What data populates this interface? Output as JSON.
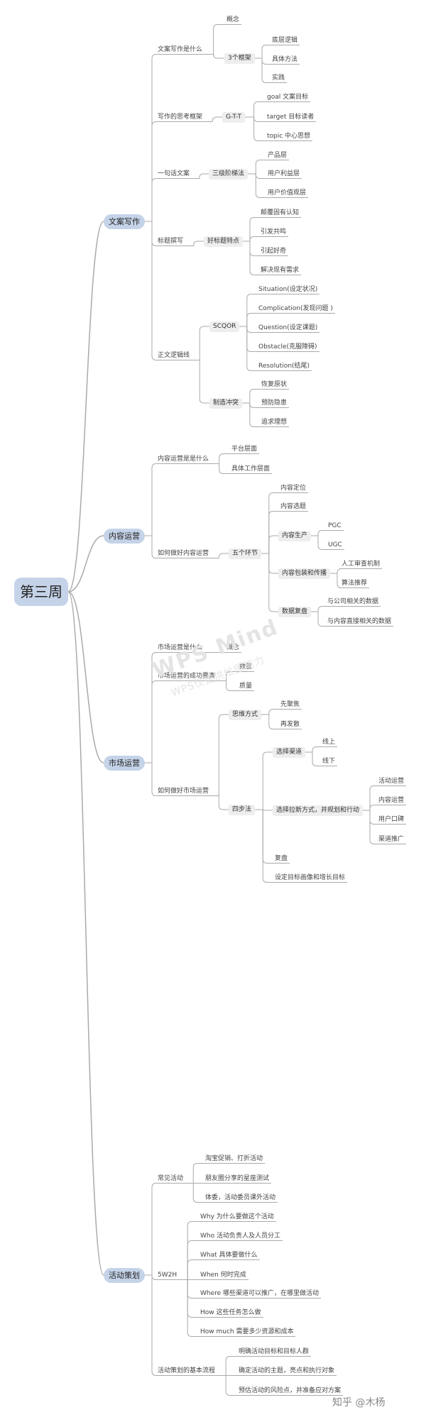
{
  "root": "第三周",
  "branches": [
    {
      "label": "文案写作",
      "children": [
        {
          "label": "文案写作是什么",
          "children": [
            {
              "label": "概念"
            },
            {
              "label": "3个框架",
              "children": [
                {
                  "label": "底层逻辑"
                },
                {
                  "label": "具体方法"
                },
                {
                  "label": "实践"
                }
              ]
            }
          ]
        },
        {
          "label": "写作的思考框架",
          "children": [
            {
              "label": "G-T-T",
              "children": [
                {
                  "label": "goal 文案目标"
                },
                {
                  "label": "target 目标读者"
                },
                {
                  "label": "topic 中心思想"
                }
              ]
            }
          ]
        },
        {
          "label": "一句话文案",
          "children": [
            {
              "label": "三级阶梯法",
              "children": [
                {
                  "label": "产品层"
                },
                {
                  "label": "用户利益层"
                },
                {
                  "label": "用户价值观层"
                }
              ]
            }
          ]
        },
        {
          "label": "标题撰写",
          "children": [
            {
              "label": "好标题特点",
              "children": [
                {
                  "label": "颠覆固有认知"
                },
                {
                  "label": "引发共鸣"
                },
                {
                  "label": "引起好奇"
                },
                {
                  "label": "解决现有需求"
                }
              ]
            }
          ]
        },
        {
          "label": "正文逻辑线",
          "children": [
            {
              "label": "SCQOR",
              "children": [
                {
                  "label": "Situation(设定状况)"
                },
                {
                  "label": "Complication(发现问题 )"
                },
                {
                  "label": "Question(设定课题)"
                },
                {
                  "label": "Obstacle(克服障碍)"
                },
                {
                  "label": "Resolution(结尾)"
                }
              ]
            },
            {
              "label": "制造冲突",
              "children": [
                {
                  "label": "恢复原状"
                },
                {
                  "label": "预防隐患"
                },
                {
                  "label": "追求理想"
                }
              ]
            }
          ]
        }
      ]
    },
    {
      "label": "内容运营",
      "children": [
        {
          "label": "内容运营是是什么",
          "children": [
            {
              "label": "平台层面"
            },
            {
              "label": "具体工作层面"
            }
          ]
        },
        {
          "label": "如何做好内容运营",
          "children": [
            {
              "label": "五个环节",
              "children": [
                {
                  "label": "内容定位"
                },
                {
                  "label": "内容选题"
                },
                {
                  "label": "内容生产",
                  "children": [
                    {
                      "label": "PGC"
                    },
                    {
                      "label": "UGC"
                    }
                  ]
                },
                {
                  "label": "内容包装和传播",
                  "children": [
                    {
                      "label": "人工审查机制"
                    },
                    {
                      "label": "算法推荐"
                    }
                  ]
                },
                {
                  "label": "数据复盘",
                  "children": [
                    {
                      "label": "与公司相关的数据"
                    },
                    {
                      "label": "与内容直接相关的数据"
                    }
                  ]
                }
              ]
            }
          ]
        }
      ]
    },
    {
      "label": "市场运营",
      "children": [
        {
          "label": "市场运营是什么",
          "children": [
            {
              "label": "概念"
            }
          ]
        },
        {
          "label": "市场运营的成功要素",
          "children": [
            {
              "label": "数量"
            },
            {
              "label": "质量"
            }
          ]
        },
        {
          "label": "如何做好市场运营",
          "children": [
            {
              "label": "思维方式",
              "children": [
                {
                  "label": "先聚焦"
                },
                {
                  "label": "再发散"
                }
              ]
            },
            {
              "label": "四步法",
              "children": [
                {
                  "label": "选择渠道",
                  "children": [
                    {
                      "label": "线上"
                    },
                    {
                      "label": "线下"
                    }
                  ]
                },
                {
                  "label": "选择拉新方式，并规划和行动",
                  "children": [
                    {
                      "label": "活动运营"
                    },
                    {
                      "label": "内容运营"
                    },
                    {
                      "label": "用户口碑"
                    },
                    {
                      "label": "渠道推广"
                    }
                  ]
                },
                {
                  "label": "复盘"
                },
                {
                  "label": "设定目标画像和增长目标"
                }
              ]
            }
          ]
        }
      ]
    },
    {
      "label": "活动策划",
      "children": [
        {
          "label": "常见活动",
          "children": [
            {
              "label": "淘宝促销、打折活动"
            },
            {
              "label": "朋友圈分享的星座测试"
            },
            {
              "label": "体委，活动委员课外活动"
            }
          ]
        },
        {
          "label": "5W2H",
          "children": [
            {
              "label": "Why 为什么要做这个活动"
            },
            {
              "label": "Who 活动负责人及人员分工"
            },
            {
              "label": "What 具体要做什么"
            },
            {
              "label": "When 何时完成"
            },
            {
              "label": "Where 哪些渠道可以推广，在哪里做活动"
            },
            {
              "label": "How 这些任务怎么做"
            },
            {
              "label": "How much 需要多少资源和成本"
            }
          ]
        },
        {
          "label": "活动策划的基本流程",
          "children": [
            {
              "label": "明确活动目标和目标人群"
            },
            {
              "label": "确定活动的主题，亮点和执行对象"
            },
            {
              "label": "预估活动的风险点，并准备应对方案"
            }
          ]
        }
      ]
    }
  ],
  "watermark": {
    "title": "WPS Mind",
    "subtitle": "WPS仅提供绘图能力"
  },
  "footer": "知乎 @木杨",
  "colors": {
    "root_fill": "#c5d3e8",
    "main_fill": "#c5d3e8",
    "mid_fill": "#eeeeee",
    "line": "#aaaaaa",
    "text": "#333333"
  }
}
